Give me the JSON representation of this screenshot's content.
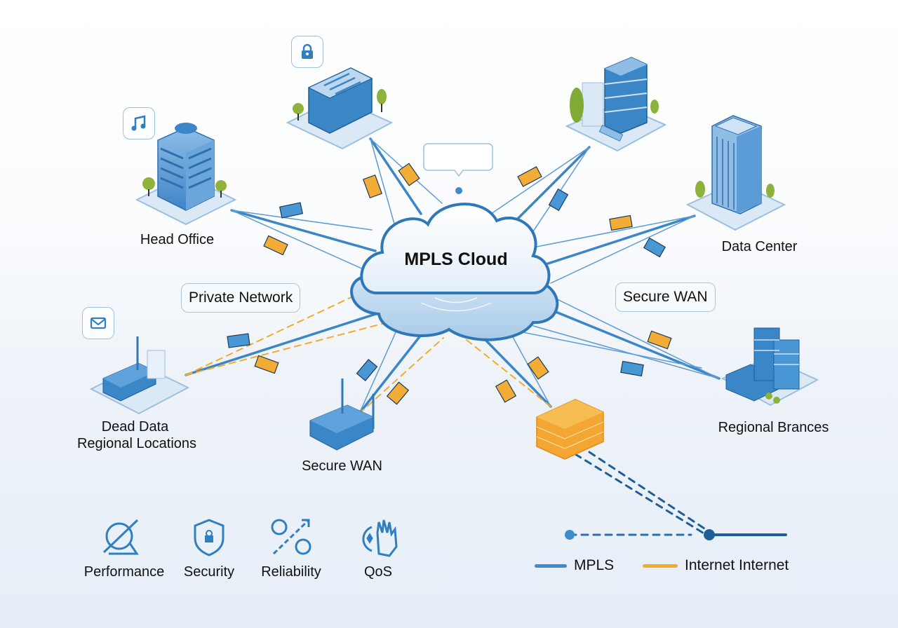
{
  "title": "MPLS Cloud",
  "colors": {
    "mpls": "#3b86c6",
    "mpls_dark": "#1f5f99",
    "internet": "#f0ad2c",
    "firewall": "#f3a632",
    "building": "#4a8fd0"
  },
  "nodes": {
    "head_office": {
      "label": "Head Office",
      "badge_icon": "music-note-icon"
    },
    "top_office": {
      "label": "",
      "badge_icon": "lock-icon"
    },
    "top_server": {
      "label": ""
    },
    "data_center": {
      "label": "Data Center"
    },
    "dead_data": {
      "label_line1": "Dead Data",
      "label_line2": "Regional Locations",
      "badge_icon": "mail-icon"
    },
    "secure_wan_router": {
      "label": "Secure WAN"
    },
    "firewall": {
      "label": ""
    },
    "regional_branches": {
      "label": "Regional Brances"
    }
  },
  "pills": {
    "private_network": "Private Network",
    "secure_wan": "Secure WAN"
  },
  "features": [
    {
      "label": "Performance",
      "icon": "performance-gauge-icon"
    },
    {
      "label": "Security",
      "icon": "shield-lock-icon"
    },
    {
      "label": "Reliability",
      "icon": "percent-arrow-icon"
    },
    {
      "label": "QoS",
      "icon": "hand-qos-icon"
    }
  ],
  "legend": [
    {
      "label": "MPLS",
      "color": "#3b86c6"
    },
    {
      "label": "Internet Internet",
      "color": "#f0ad2c"
    }
  ]
}
